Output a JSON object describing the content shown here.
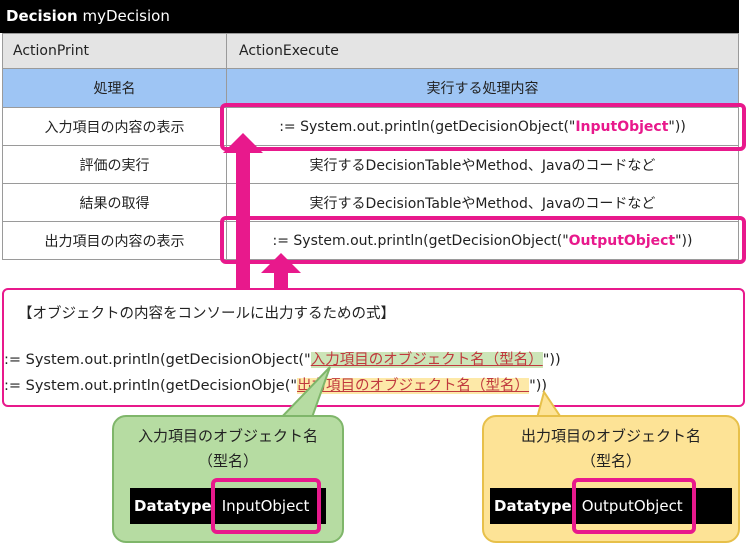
{
  "title": {
    "bold": "Decision",
    "name": "myDecision"
  },
  "header": {
    "col1": "ActionPrint",
    "col2": "ActionExecute"
  },
  "columns": {
    "col1": "処理名",
    "col2": "実行する処理内容"
  },
  "rows": [
    {
      "name": "入力項目の内容の表示",
      "pre": ":= System.out.println(getDecisionObject(\"",
      "highlight": "InputObject",
      "post": "\"))"
    },
    {
      "name": "評価の実行",
      "content": "実行するDecisionTableやMethod、Javaのコードなど"
    },
    {
      "name": "結果の取得",
      "content": "実行するDecisionTableやMethod、Javaのコードなど"
    },
    {
      "name": "出力項目の内容の表示",
      "pre": ":= System.out.println(getDecisionObject(\"",
      "highlight": "OutputObject",
      "post": "\"))"
    }
  ],
  "formula": {
    "heading": "【オブジェクトの内容をコンソールに出力するための式】",
    "line1_pre": ":= System.out.println(getDecisionObject(\"",
    "line1_hl": "入力項目のオブジェクト名（型名）",
    "line1_post": "\"))",
    "line2_pre": ":= System.out.println(getDecisionObje",
    "line2_pre_tail": "(\"",
    "line2_hl": "出力項目のオブジェクト名（型名）",
    "line2_post": "\"))"
  },
  "callout_input": {
    "line1": "入力項目のオブジェクト名",
    "line2": "（型名）",
    "dt_label": "Datatype",
    "dt_value": "InputObject"
  },
  "callout_output": {
    "line1": "出力項目のオブジェクト名",
    "line2": "（型名）",
    "dt_label": "Datatype",
    "dt_value": "OutputObject"
  },
  "colors": {
    "accent": "#e8198c",
    "header_blue": "#9ec5f4",
    "green": "#b6dca2",
    "yellow": "#fde396"
  }
}
